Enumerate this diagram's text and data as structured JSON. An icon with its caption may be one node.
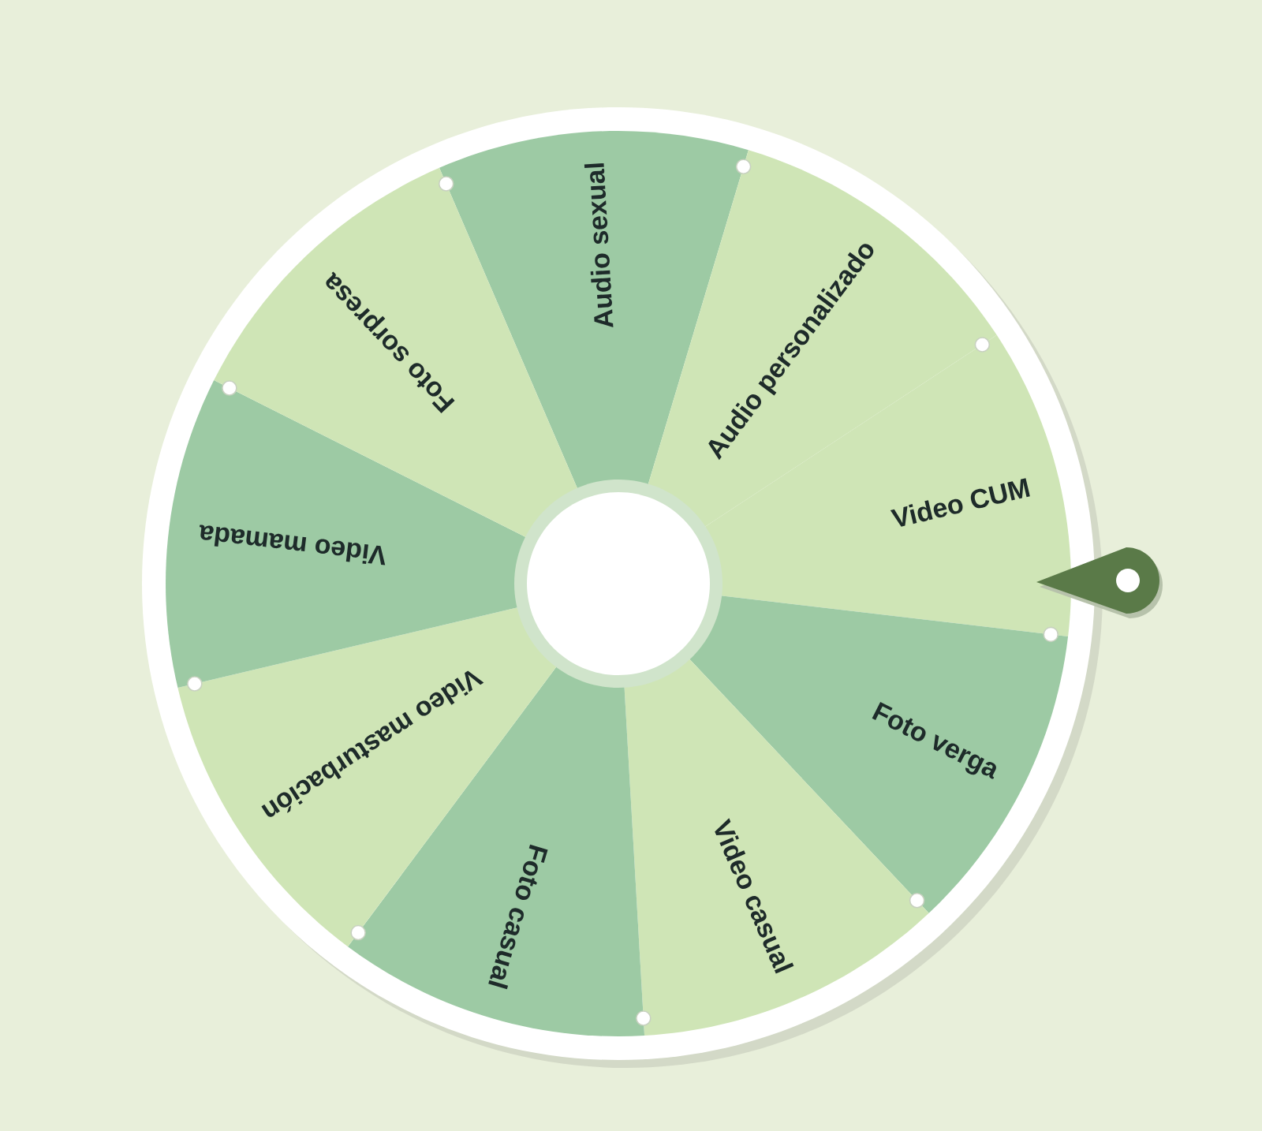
{
  "diagram": {
    "nodes": [
      {
        "text": [
          "Audio sexual"
        ]
      },
      {
        "text": [
          "Audio personalizado"
        ]
      },
      {
        "text": [
          "Video CUM"
        ]
      },
      {
        "text": [
          "Foto verga"
        ]
      },
      {
        "text": [
          "Video casual"
        ]
      },
      {
        "text": [
          "Foto casual"
        ]
      },
      {
        "text": [
          "Video masturbación"
        ]
      },
      {
        "text": [
          "Video mamada"
        ]
      },
      {
        "text": [
          "Foto sorpresa"
        ]
      }
    ]
  }
}
